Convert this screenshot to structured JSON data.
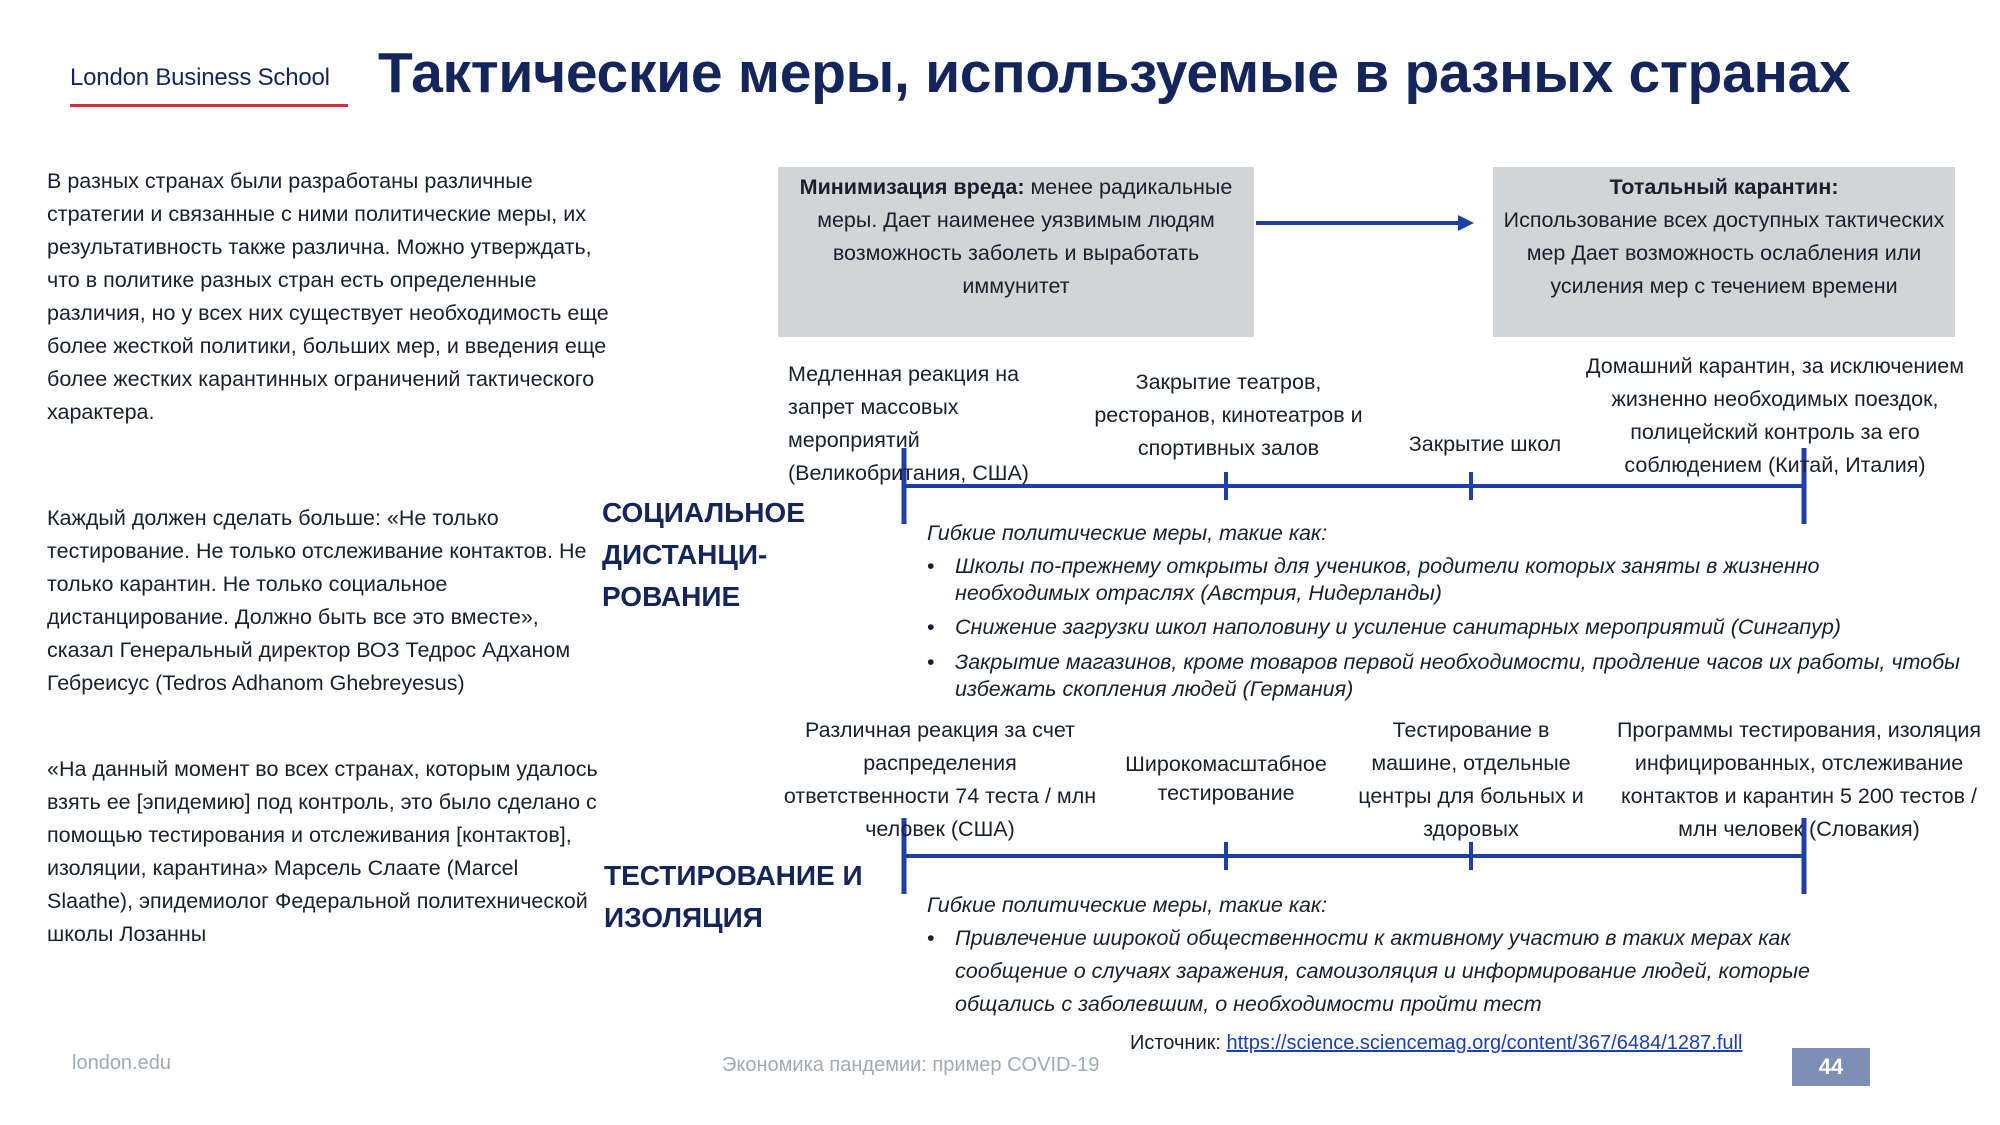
{
  "header": {
    "logo_text": "London Business School",
    "title": "Тактические меры, используемые в разных странах"
  },
  "left_text": {
    "p1": "В разных странах были разработаны различные стратегии и связанные с ними политические меры, их результативность также различна. Можно утверждать, что в политике разных стран есть определенные различия, но у всех них существует необходимость еще более жесткой политики, больших мер, и введения еще более жестких карантинных ограничений тактического характера.",
    "p2": "Каждый должен сделать больше: «Не только тестирование. Не только отслеживание контактов. Не только карантин. Не только социальное дистанцирование. Должно быть все это вместе», сказал Генеральный директор ВОЗ Тедрос Адханом Гебреисус (Tedros Adhanom Ghebreyesus)",
    "p3": "«На данный момент во всех странах, которым удалось взять ее [эпидемию] под контроль, это было сделано с помощью тестирования и отслеживания [контактов], изоляции, карантина» Марсель Слаате (Marcel Slaathe), эпидемиолог Федеральной политехнической школы Лозанны"
  },
  "boxes": {
    "left_bold": "Минимизация вреда:",
    "left_text": "менее радикальные меры. Дает наименее уязвимым людям возможность заболеть и выработать иммунитет",
    "right_bold": "Тотальный карантин:",
    "right_text": "Использование всех доступных тактических мер Дает возможность ослабления или усиления мер с течением времени"
  },
  "social": {
    "label": "СОЦИАЛЬНОЕ ДИСТАНЦИ-РОВАНИЕ",
    "point1": "Медленная реакция на запрет массовых мероприятий (Великобритания, США)",
    "point2": "Закрытие театров, ресторанов, кинотеатров и спортивных залов",
    "point3": "Закрытие школ",
    "point4": "Домашний карантин, за исключением жизненно необходимых поездок, полицейский контроль за его соблюдением (Китай, Италия)",
    "flex_title": "Гибкие политические меры, такие как:",
    "bullets": [
      "Школы по-прежнему открыты для учеников, родители которых заняты в жизненно необходимых отраслях (Австрия, Нидерланды)",
      "Снижение загрузки школ наполовину и усиление санитарных мероприятий (Сингапур)",
      "Закрытие магазинов, кроме товаров первой необходимости, продление часов их работы, чтобы избежать скопления людей (Германия)"
    ]
  },
  "testing": {
    "label": "ТЕСТИРОВАНИЕ И ИЗОЛЯЦИЯ",
    "point1": "Различная реакция за счет распределения ответственности 74 теста / млн человек (США)",
    "point2": "Широкомасштабное тестирование",
    "point3": "Тестирование в машине, отдельные центры для больных и здоровых",
    "point4": "Программы тестирования, изоляция инфицированных, отслеживание контактов и карантин 5 200 тестов / млн человек (Словакия)",
    "flex_title": "Гибкие политические меры, такие как:",
    "bullets": [
      "Привлечение широкой общественности к активному участию в таких мерах как сообщение о случаях заражения, самоизоляция и информирование людей, которые общались с заболевшим, о необходимости пройти тест"
    ]
  },
  "footer": {
    "url": "london.edu",
    "center": "Экономика пандемии: пример COVID-19",
    "source_label": "Источник:",
    "source_link": "https://science.sciencemag.org/content/367/6484/1287.full",
    "page_number": "44"
  },
  "colors": {
    "navy": "#13255b",
    "line_blue": "#1f3fa8",
    "logo_red": "#d32f3a",
    "box_gray": "#d3d4d6"
  }
}
